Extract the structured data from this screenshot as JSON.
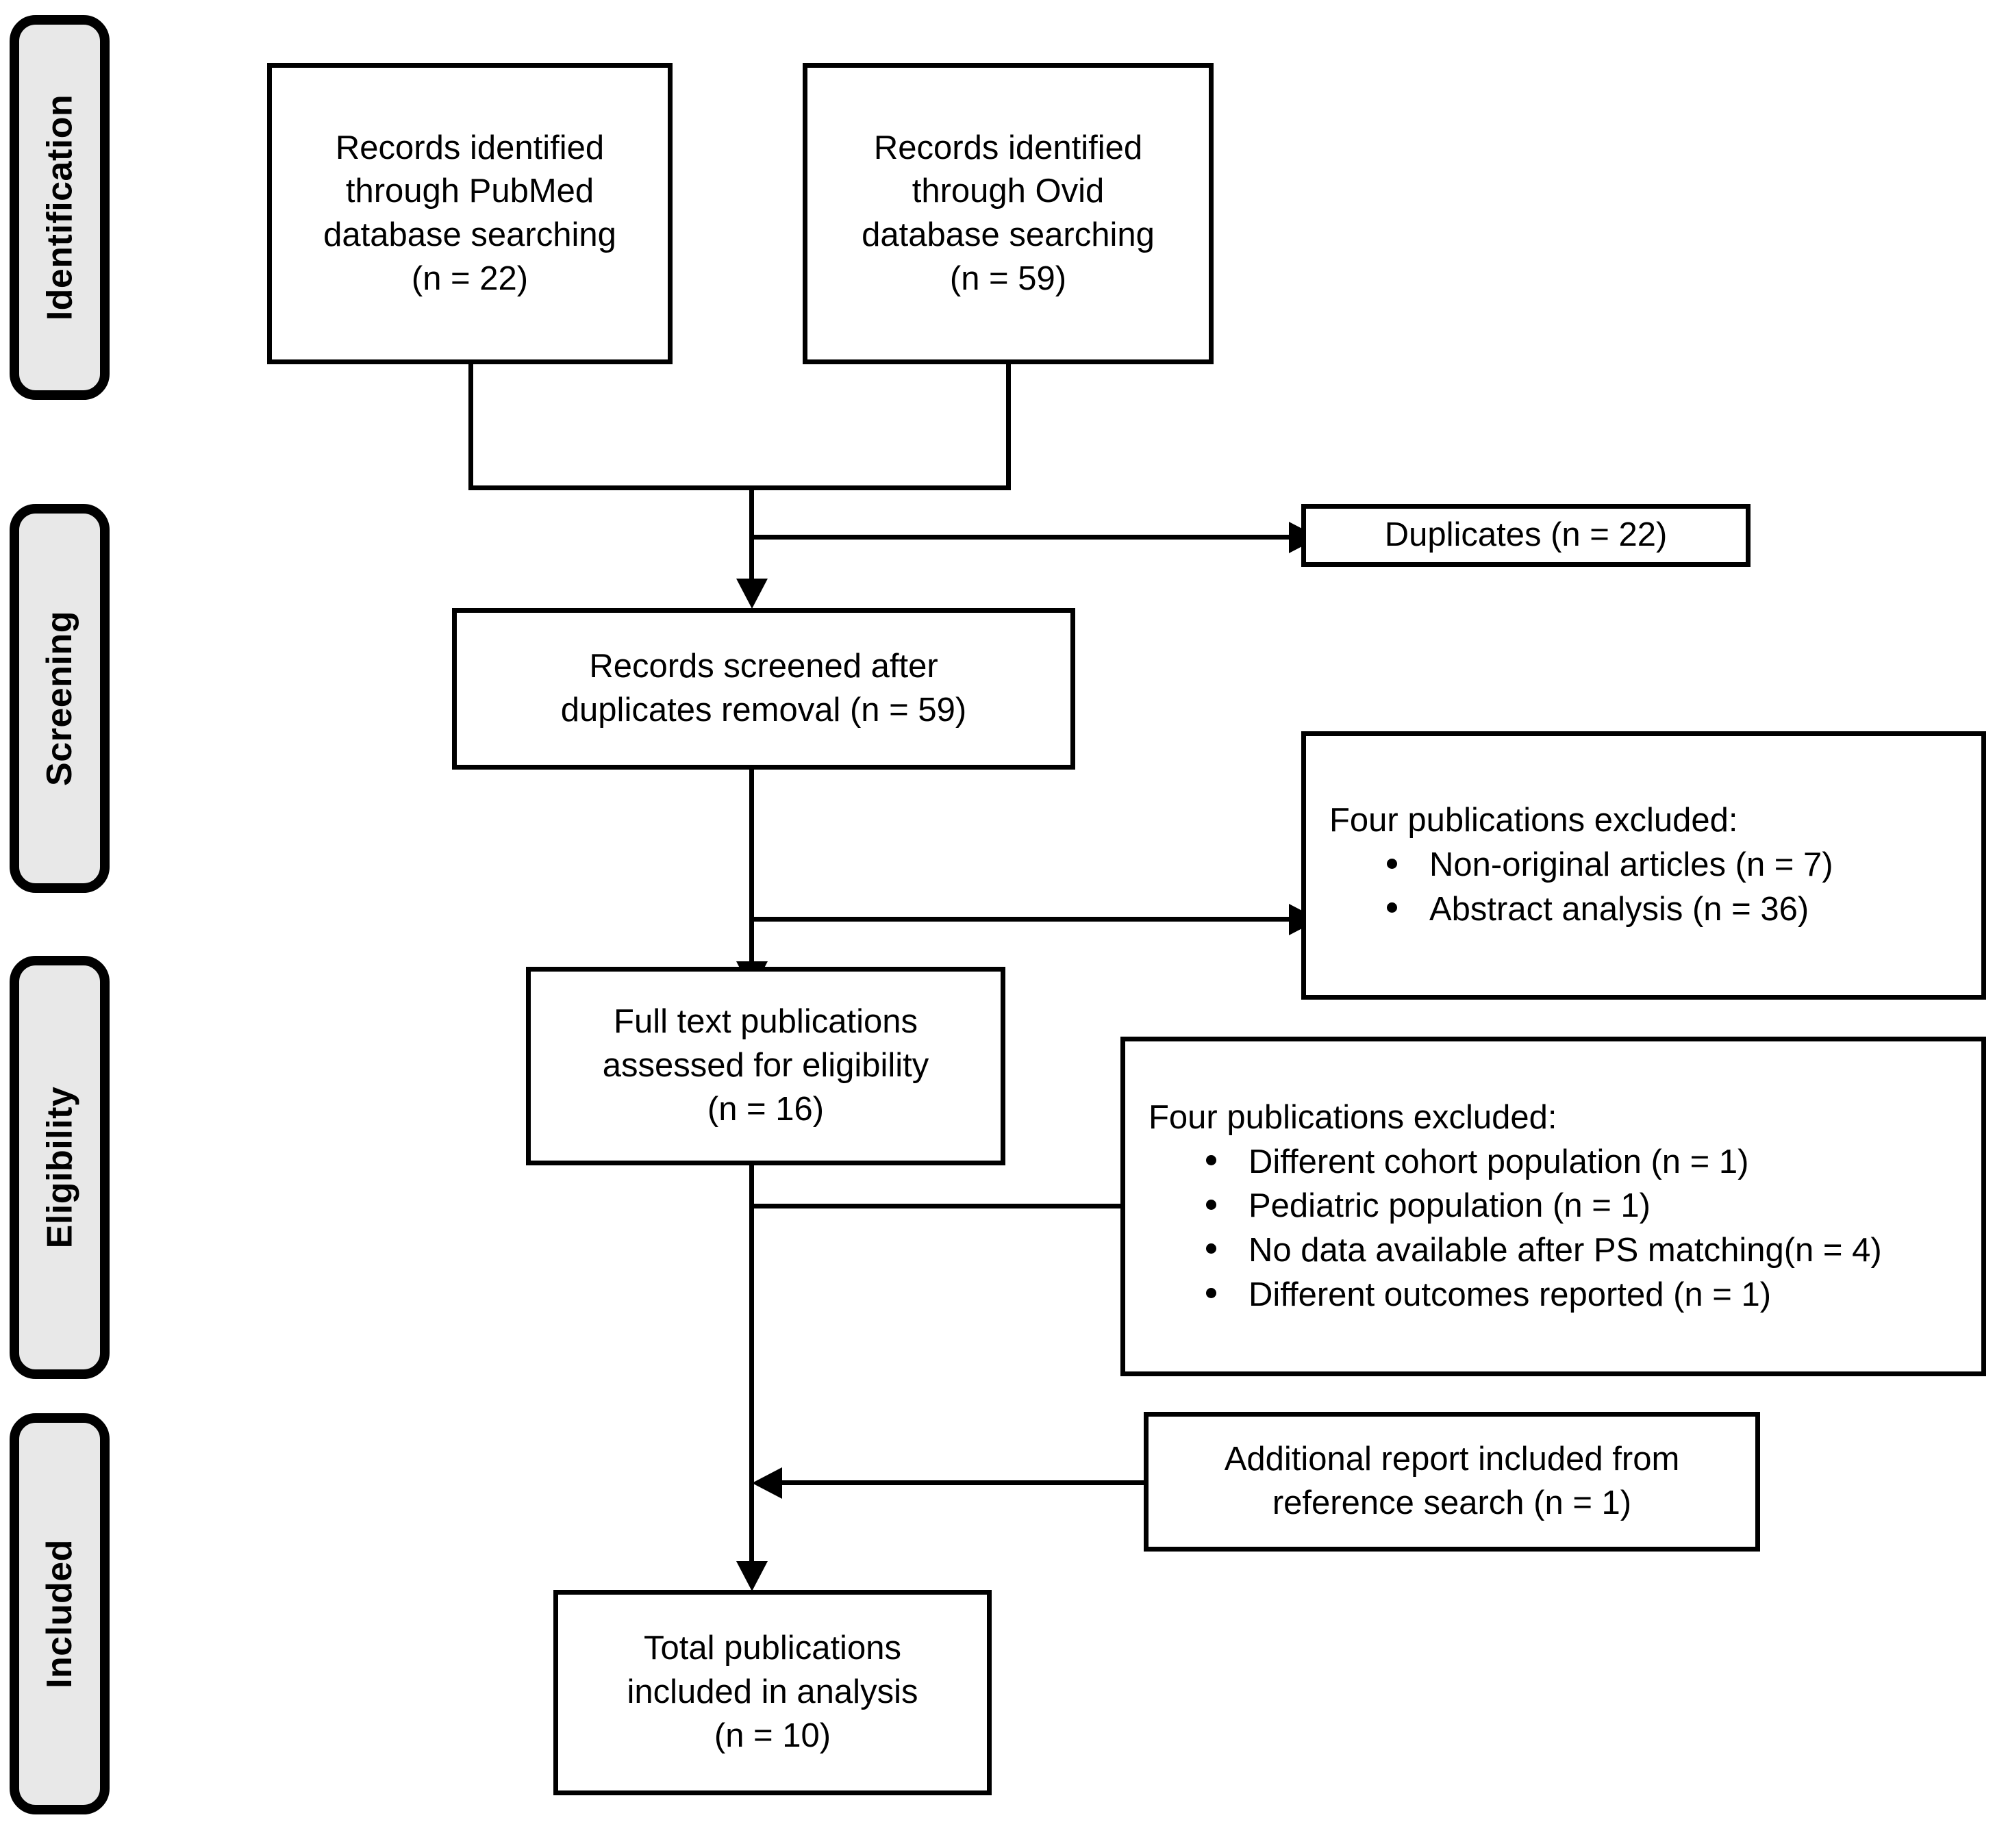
{
  "diagram": {
    "type": "prisma-flow-diagram",
    "stages": [
      {
        "id": "identification",
        "label": "Identification"
      },
      {
        "id": "screening",
        "label": "Screening"
      },
      {
        "id": "eligibility",
        "label": "Eligibility"
      },
      {
        "id": "included",
        "label": "Included"
      }
    ],
    "boxes": {
      "pubmed": {
        "lines": [
          "Records identified",
          "through PubMed",
          "database searching",
          "(n = 22)"
        ]
      },
      "ovid": {
        "lines": [
          "Records identified",
          "through Ovid",
          "database searching",
          "(n = 59)"
        ]
      },
      "duplicates": {
        "lines": [
          "Duplicates (n = 22)"
        ]
      },
      "screened": {
        "lines": [
          "Records screened after",
          "duplicates removal (n = 59)"
        ]
      },
      "excluded_screening": {
        "heading": "Four publications excluded:",
        "items": [
          "Non-original articles  (n = 7)",
          "Abstract analysis (n = 36)"
        ]
      },
      "fulltext": {
        "lines": [
          "Full text publications",
          "assessed for eligibility",
          "(n = 16)"
        ]
      },
      "excluded_eligibility": {
        "heading": "Four publications excluded:",
        "items": [
          "Different cohort population (n = 1)",
          "Pediatric population (n = 1)",
          "No data available after PS matching(n = 4)",
          "Different outcomes reported (n = 1)"
        ]
      },
      "additional": {
        "lines": [
          "Additional report included from",
          "reference search  (n = 1)"
        ]
      },
      "total": {
        "lines": [
          "Total publications",
          "included in analysis",
          "(n = 10)"
        ]
      }
    },
    "colors": {
      "line": "#000000",
      "box_fill": "#ffffff",
      "stage_fill": "#e8e8e8",
      "text": "#000000"
    }
  }
}
